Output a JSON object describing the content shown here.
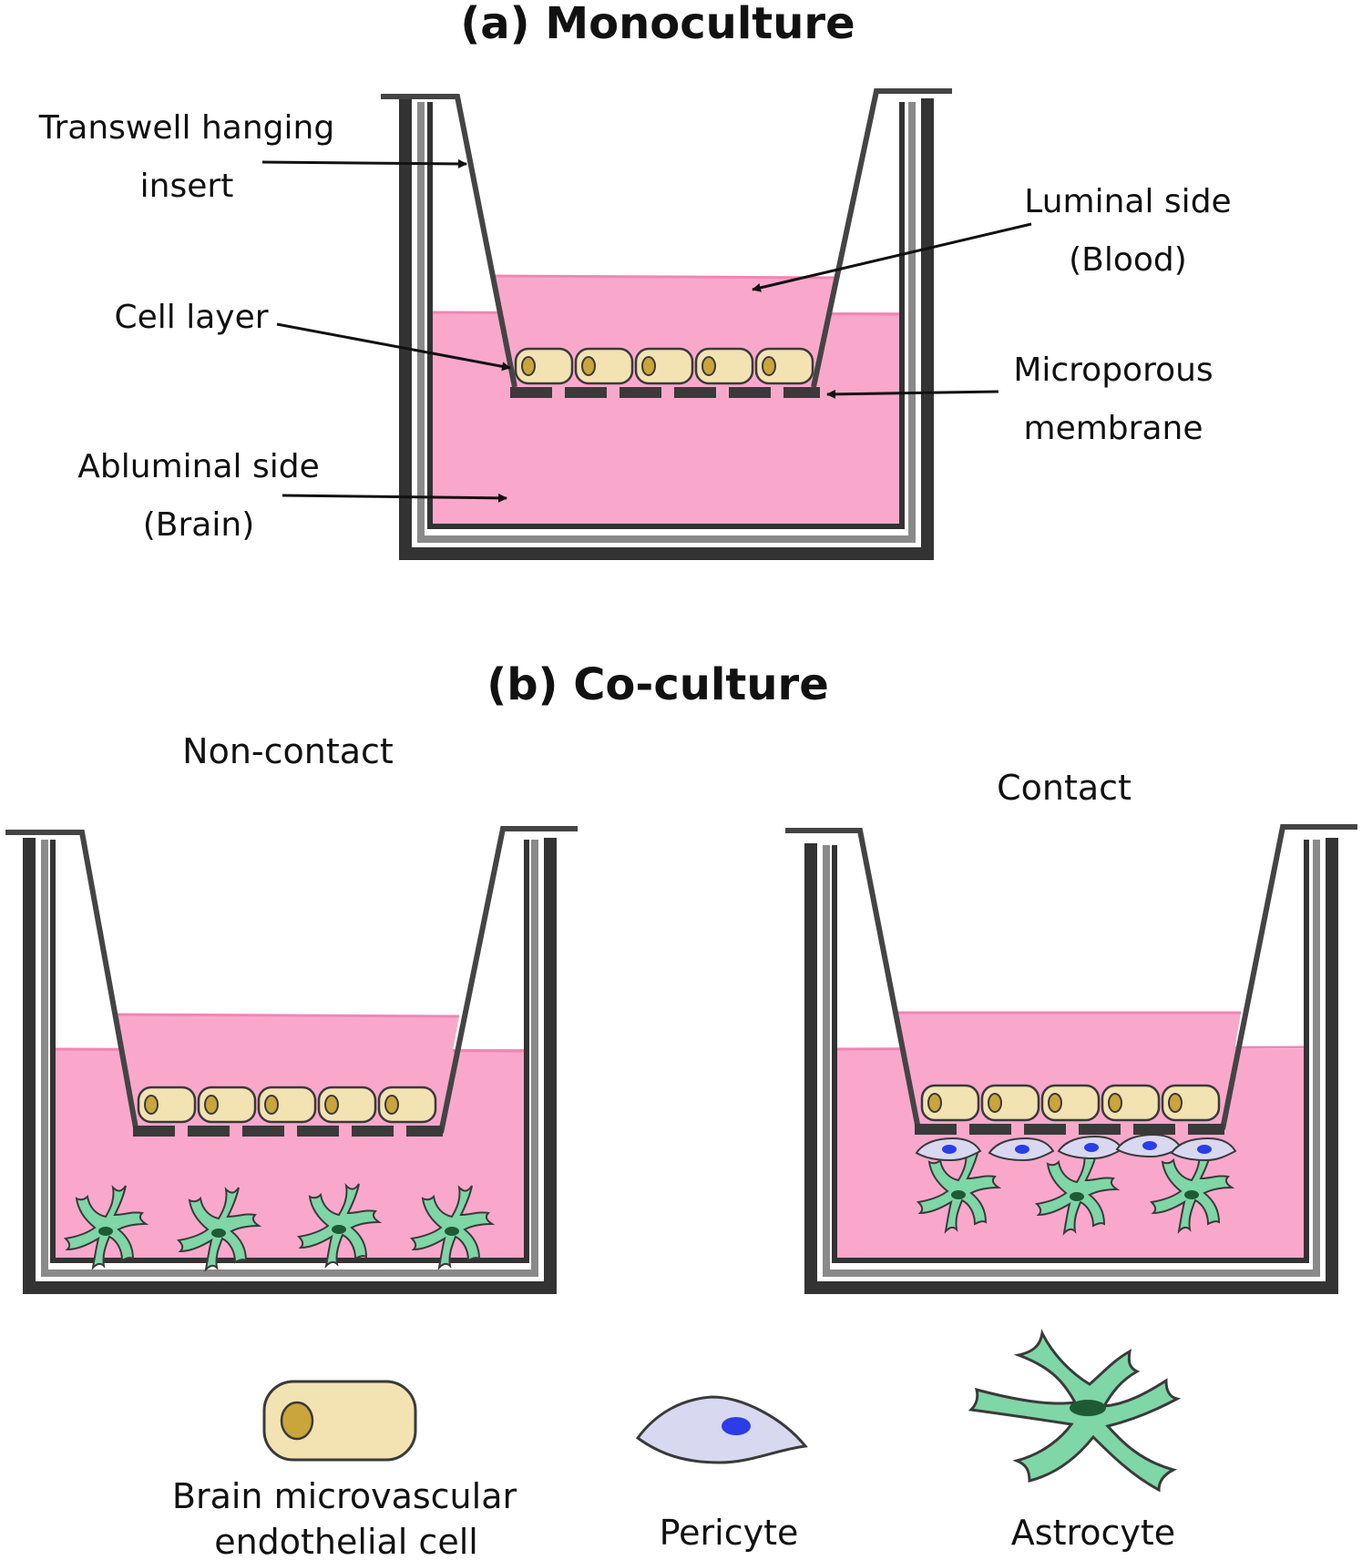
{
  "panel_a": {
    "title": "(a) Monoculture",
    "labels": {
      "insert_line1": "Transwell hanging",
      "insert_line2": "insert",
      "luminal_line1": "Luminal side",
      "luminal_line2": "(Blood)",
      "cell_layer": "Cell layer",
      "membrane_line1": "Microporous",
      "membrane_line2": "membrane",
      "abluminal_line1": "Abluminal side",
      "abluminal_line2": "(Brain)"
    }
  },
  "panel_b": {
    "title": "(b) Co-culture",
    "non_contact": "Non-contact",
    "contact": "Contact"
  },
  "legend": {
    "endothelial_line1": "Brain microvascular",
    "endothelial_line2": "endothelial cell",
    "pericyte": "Pericyte",
    "astrocyte": "Astrocyte"
  },
  "colors": {
    "medium": "#f9a8cc",
    "medium_edge": "#ef86b6",
    "well_dark": "#333333",
    "well_grey": "#8a8a8a",
    "cell_fill": "#f3e3b3",
    "nucleus": "#c9a53a",
    "pericyte_fill": "#d8d8f0",
    "pericyte_nucleus": "#2a3de6",
    "astrocyte_fill": "#7fd6a6",
    "astrocyte_nucleus": "#1e5a35"
  },
  "icons": [
    "arrow-icon",
    "endothelial-cell-icon",
    "pericyte-icon",
    "astrocyte-icon",
    "transwell-insert-icon",
    "culture-well-icon"
  ]
}
